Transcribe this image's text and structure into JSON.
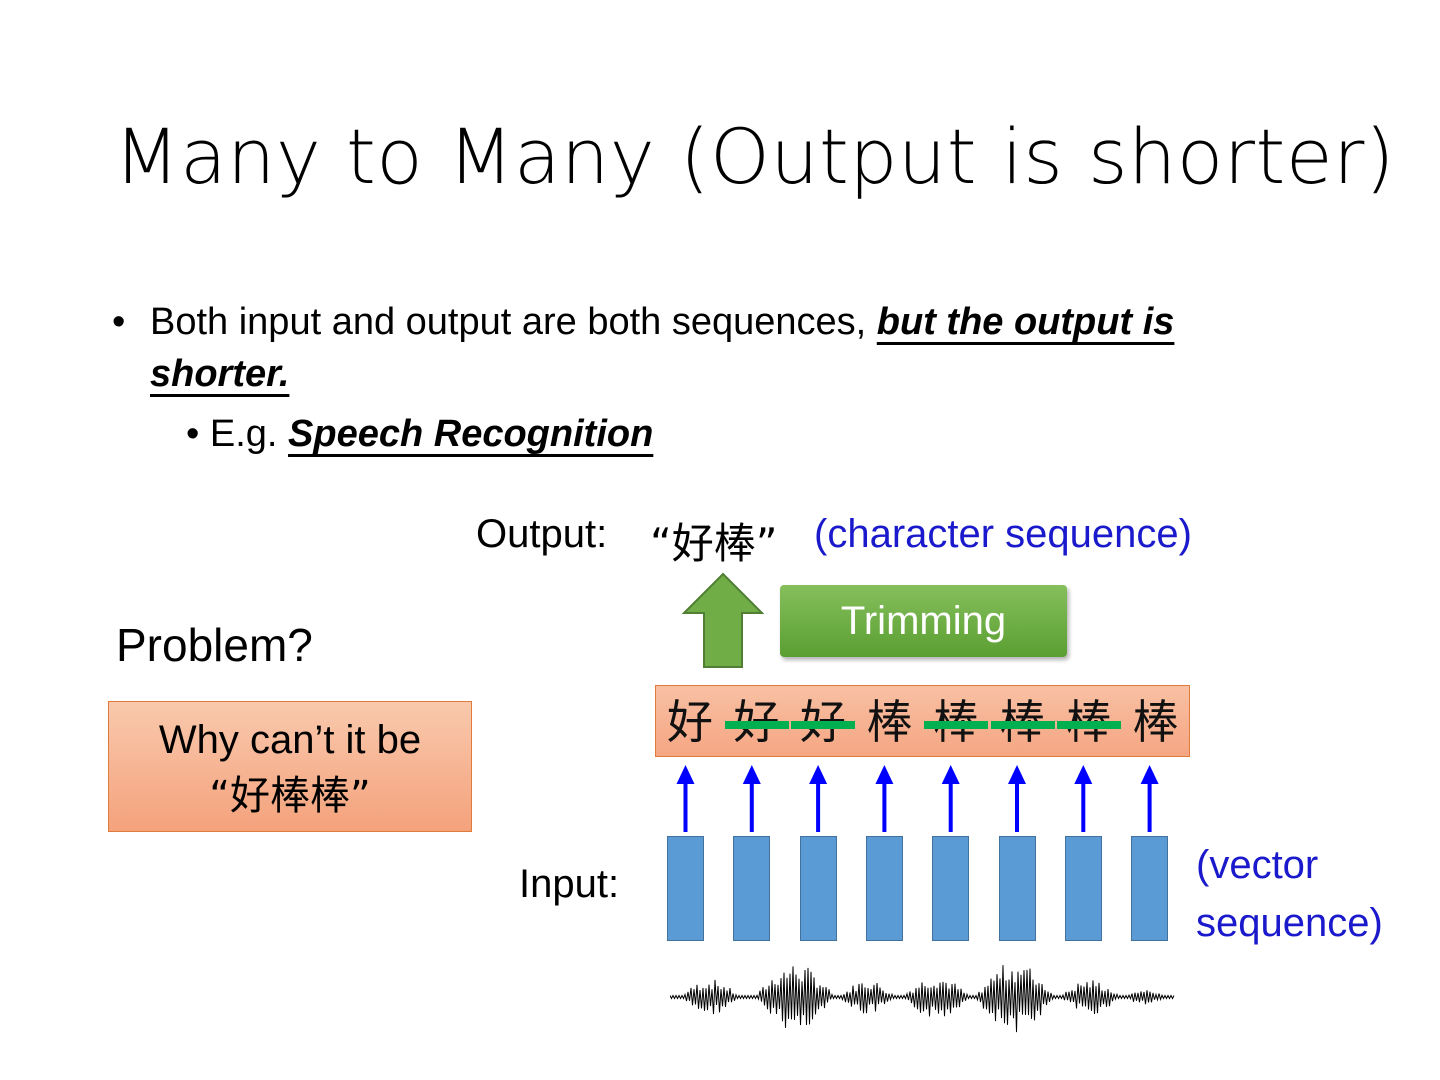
{
  "slide": {
    "title": "Many to Many (Output is shorter)",
    "bullet1": {
      "text": "Both input and output are both sequences, ",
      "emphasis": "but the output is shorter."
    },
    "bullet2": {
      "prefix": "E.g. ",
      "emphasis": "Speech Recognition"
    },
    "bullet_glyph": "•"
  },
  "diagram": {
    "output_label": "Output:",
    "output_value": "“好棒”",
    "output_note": "(character sequence)",
    "trimming_label": "Trimming",
    "characters": [
      "好",
      "好",
      "好",
      "棒",
      "棒",
      "棒",
      "棒",
      "棒"
    ],
    "struck": [
      false,
      true,
      true,
      false,
      true,
      true,
      true,
      false
    ],
    "input_label": "Input:",
    "input_note_line1": "(vector",
    "input_note_line2": "sequence)",
    "vector_count": 8
  },
  "problem": {
    "label": "Problem?",
    "box_line1": "Why can’t it be",
    "box_line2": "“好棒棒”"
  },
  "colors": {
    "accent_blue": "#1a1acc",
    "vector_fill": "#5b9bd5",
    "strike_green": "#00b050",
    "trim_green": "#70ad47",
    "box_orange": "#f4a27c"
  }
}
